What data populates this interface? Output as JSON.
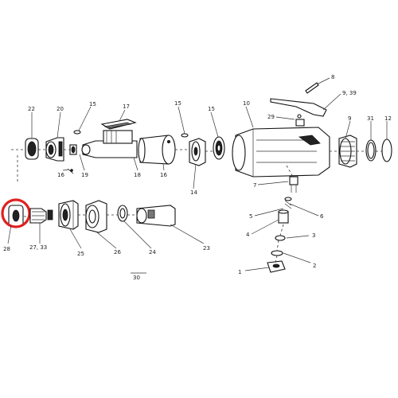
{
  "callouts": {
    "22": "22",
    "20": "20",
    "15a": "15",
    "17": "17",
    "15b": "15",
    "15c": "15",
    "10": "10",
    "8": "8",
    "9_39": "9, 39",
    "29": "29",
    "9": "9",
    "31": "31",
    "12": "12",
    "16a": "16",
    "19": "19",
    "18": "18",
    "16b": "16",
    "14": "14",
    "7": "7",
    "5": "5",
    "6": "6",
    "4": "4",
    "3": "3",
    "2": "2",
    "1": "1",
    "28": "28",
    "27_33": "27, 33",
    "25": "25",
    "26": "26",
    "24": "24",
    "23": "23",
    "30": "30"
  },
  "highlight": {
    "part": "28",
    "color": "#e02020"
  }
}
